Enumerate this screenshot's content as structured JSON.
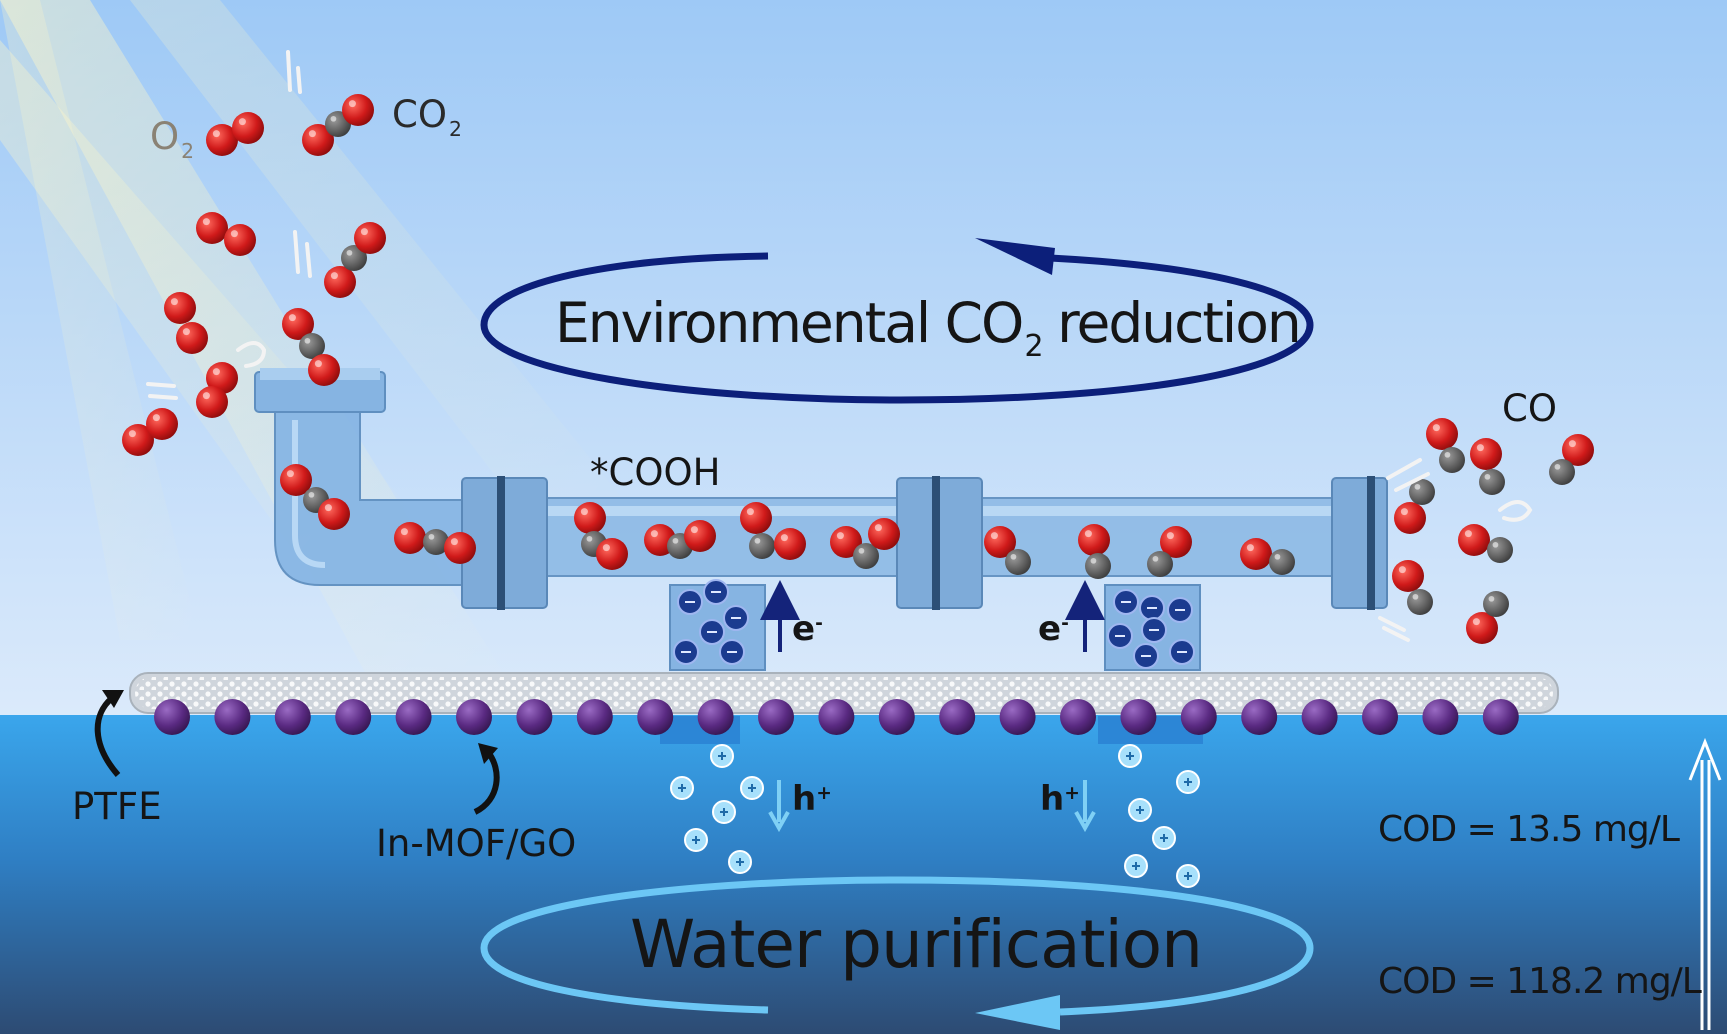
{
  "labels": {
    "co2_reduction_main": "Environmental CO",
    "co2_reduction_sub": "2",
    "co2_reduction_end": " reduction",
    "water_purification": "Water purification",
    "o2_main": "O",
    "o2_sub": "2",
    "co2_main": "CO",
    "co2_sub": "2",
    "cooh": "*COOH",
    "co": "CO",
    "ptfe": "PTFE",
    "in_mof_go": "In-MOF/GO",
    "electron": "e",
    "electron_sup": "-",
    "hole": "h",
    "hole_sup": "+",
    "cod_low": "COD = 13.5 mg/L",
    "cod_high": "COD = 118.2 mg/L"
  },
  "colors": {
    "sky_top": "#9ec9f6",
    "sky_bottom": "#d7e9fb",
    "water_top": "#3aa6ec",
    "water_bottom": "#2e4f78",
    "pipe": "#7fb0e0",
    "oxygen": "#d01a1a",
    "carbon": "#555555",
    "mof_bead": "#5a2a82",
    "electron": "#1b3b8f",
    "hole": "#7fd0f5",
    "cycle_top": "#0c1f7a",
    "cycle_bottom": "#6cc7f5"
  }
}
